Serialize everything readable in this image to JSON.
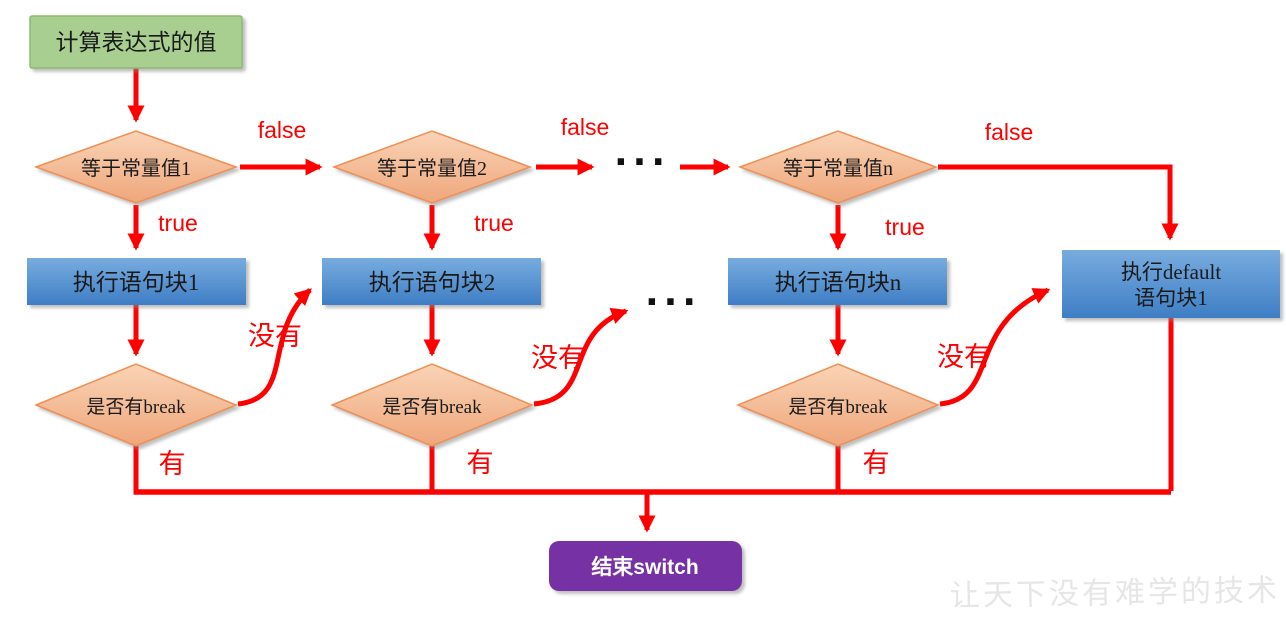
{
  "flowchart": {
    "start": "计算表达式的值",
    "branches": [
      {
        "condition": "等于常量值1",
        "action": "执行语句块1",
        "break_check": "是否有break"
      },
      {
        "condition": "等于常量值2",
        "action": "执行语句块2",
        "break_check": "是否有break"
      },
      {
        "condition": "等于常量值n",
        "action": "执行语句块n",
        "break_check": "是否有break"
      }
    ],
    "default_action": {
      "line1": "执行default",
      "line2": "语句块1"
    },
    "end": "结束switch",
    "edge_labels": {
      "false_label": "false",
      "true_label": "true",
      "no_break": "没有",
      "has_break": "有"
    },
    "ellipsis": "···",
    "watermark": "让天下没有难学的技术",
    "colors": {
      "connector_red": "#ff0000",
      "start_fill": "#a8ce90",
      "start_border": "#8cbb6f",
      "diamond_fill_top": "#f9d4b6",
      "diamond_fill_bottom": "#efa67b",
      "diamond_border": "#ed9055",
      "process_fill_top": "#78acdf",
      "process_fill_bottom": "#3e7ec5",
      "end_fill": "#7633a5",
      "shape_text": "#1a1a1a",
      "end_text": "#ffffff",
      "watermark_gray": "#e6e6e6"
    }
  }
}
